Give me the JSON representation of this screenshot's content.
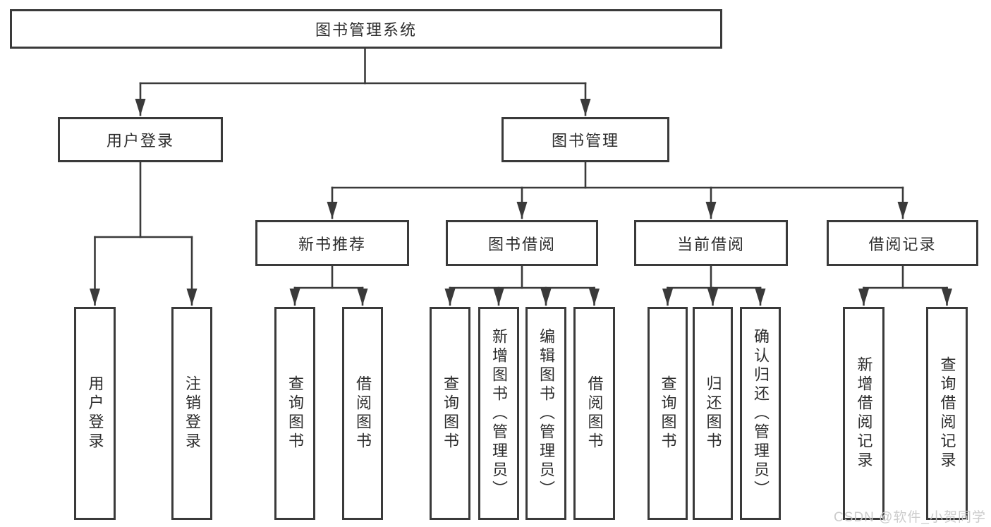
{
  "diagram": {
    "root": {
      "label": "图书管理系统"
    },
    "level2": {
      "user_login": {
        "label": "用户登录"
      },
      "book_mgmt": {
        "label": "图书管理"
      }
    },
    "level3": {
      "new_books": {
        "label": "新书推荐"
      },
      "book_borrow": {
        "label": "图书借阅"
      },
      "current_borrow": {
        "label": "当前借阅"
      },
      "borrow_records": {
        "label": "借阅记录"
      }
    },
    "leaves": {
      "user_login_leaf": {
        "label": "用户登录"
      },
      "logout": {
        "label": "注销登录"
      },
      "nb_query_books": {
        "label": "查询图书"
      },
      "nb_borrow_books": {
        "label": "借阅图书"
      },
      "bw_query_books": {
        "label": "查询图书"
      },
      "bw_add_books": {
        "label": "新增图书（管理员）"
      },
      "bw_edit_books": {
        "label": "编辑图书（管理员）"
      },
      "bw_borrow_books": {
        "label": "借阅图书"
      },
      "cur_query_books": {
        "label": "查询图书"
      },
      "cur_return_books": {
        "label": "归还图书"
      },
      "cur_confirm_return": {
        "label": "确认归还（管理员）"
      },
      "rec_add_record": {
        "label": "新增借阅记录"
      },
      "rec_query_record": {
        "label": "查询借阅记录"
      }
    }
  },
  "watermark": {
    "text": "CSDN @软件_小贺同学"
  },
  "colors": {
    "line": "#3a3a3a",
    "border": "#3a3a3a",
    "text": "#2d2d2d",
    "watermark": "#c9c9c9"
  }
}
